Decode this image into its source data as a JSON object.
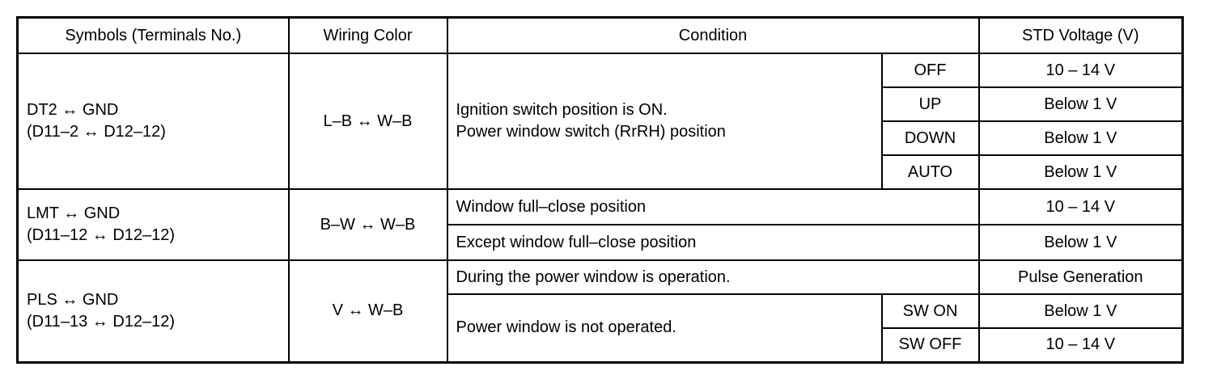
{
  "table": {
    "headers": {
      "symbols": "Symbols (Terminals No.)",
      "wiring_color": "Wiring Color",
      "condition": "Condition",
      "std_voltage": "STD Voltage (V)"
    },
    "rows": [
      {
        "symbol_line1": "DT2 ↔ GND",
        "symbol_line2": "(D11–2 ↔ D12–12)",
        "wiring_color": "L–B ↔ W–B",
        "condition_line1": "Ignition switch position is ON.",
        "condition_line2": "Power window switch (RrRH) position",
        "subconditions": [
          {
            "label": "OFF",
            "voltage": "10 – 14 V"
          },
          {
            "label": "UP",
            "voltage": "Below 1 V"
          },
          {
            "label": "DOWN",
            "voltage": "Below 1 V"
          },
          {
            "label": "AUTO",
            "voltage": "Below 1 V"
          }
        ]
      },
      {
        "symbol_line1": "LMT ↔ GND",
        "symbol_line2": "(D11–12 ↔ D12–12)",
        "wiring_color": "B–W ↔ W–B",
        "conditions": [
          {
            "text": "Window full–close position",
            "voltage": "10 – 14 V"
          },
          {
            "text": "Except window full–close position",
            "voltage": "Below 1 V"
          }
        ]
      },
      {
        "symbol_line1": "PLS ↔ GND",
        "symbol_line2": "(D11–13 ↔ D12–12)",
        "wiring_color": "V ↔ W–B",
        "condition_operating": "During the power window is operation.",
        "voltage_operating": "Pulse Generation",
        "condition_idle": "Power window is not operated.",
        "subconditions": [
          {
            "label": "SW ON",
            "voltage": "Below 1 V"
          },
          {
            "label": "SW OFF",
            "voltage": "10 – 14 V"
          }
        ]
      }
    ]
  }
}
